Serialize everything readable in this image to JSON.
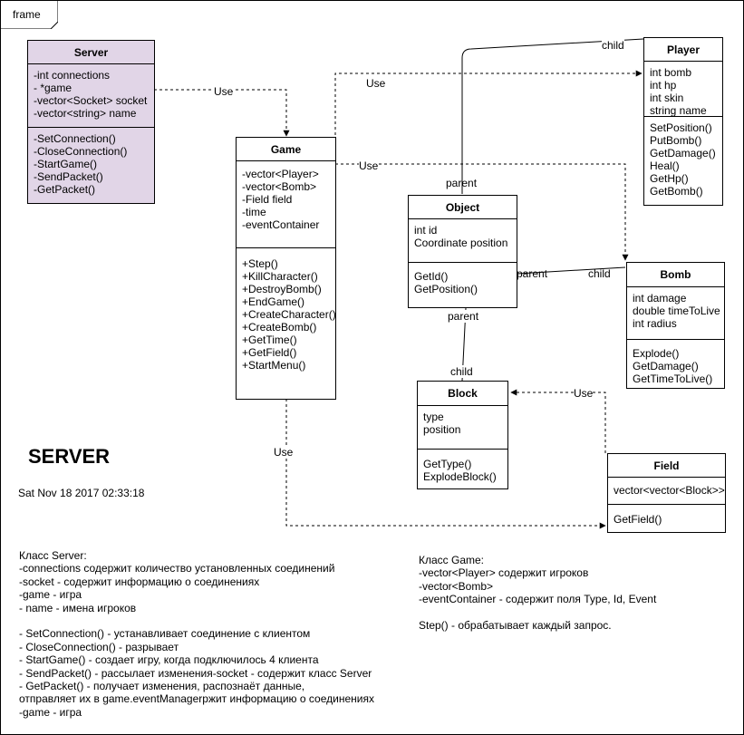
{
  "frame": {
    "label": "frame"
  },
  "heading": "SERVER",
  "timestamp": "Sat Nov 18 2017 02:33:18",
  "classes": {
    "server": {
      "name": "Server",
      "fields": [
        "-int connections",
        "- *game",
        "-vector<Socket> socket",
        "-vector<string> name"
      ],
      "methods": [
        "-SetConnection()",
        "-CloseConnection()",
        "-StartGame()",
        "-SendPacket()",
        "-GetPacket()"
      ]
    },
    "game": {
      "name": "Game",
      "fields": [
        "-vector<Player>",
        "-vector<Bomb>",
        "-Field field",
        "-time",
        "-eventContainer"
      ],
      "methods": [
        "+Step()",
        "+KillCharacter()",
        "+DestroyBomb()",
        "+EndGame()",
        "+CreateCharacter()",
        "+CreateBomb()",
        "+GetTime()",
        "+GetField()",
        "+StartMenu()"
      ]
    },
    "player": {
      "name": "Player",
      "fields": [
        "int bomb",
        "int hp",
        "int skin",
        "string name"
      ],
      "methods": [
        "SetPosition()",
        "PutBomb()",
        "GetDamage()",
        "Heal()",
        "GetHp()",
        "GetBomb()"
      ]
    },
    "object": {
      "name": "Object",
      "fields": [
        "int id",
        "Coordinate position"
      ],
      "methods": [
        "GetId()",
        "GetPosition()"
      ]
    },
    "bomb": {
      "name": "Bomb",
      "fields": [
        "int damage",
        "double timeToLive",
        "int radius"
      ],
      "methods": [
        "Explode()",
        "GetDamage()",
        "GetTimeToLive()"
      ]
    },
    "block": {
      "name": "Block",
      "fields": [
        "type",
        "position"
      ],
      "methods": [
        "GetType()",
        "ExplodeBlock()"
      ]
    },
    "field": {
      "name": "Field",
      "fields": [
        "vector<vector<Block>>"
      ],
      "methods": [
        "GetField()"
      ]
    }
  },
  "edge_labels": {
    "server_game_use": "Use",
    "server_player_use": "Use",
    "game_bomb_use": "Use",
    "game_field_use": "Use",
    "field_block_use": "Use",
    "player_parent": "parent",
    "player_child": "child",
    "bomb_parent": "parent",
    "bomb_child": "child",
    "block_parent": "parent",
    "block_child": "child"
  },
  "notes": {
    "server": "Класс Server:\n-connections содержит количество установленных соединений\n-socket - содержит информацию о соединениях\n-game - игра\n- name - имена игроков\n\n- SetConnection() - устанавливает соединение с клиентом\n- CloseConnection() - разрывает\n- StartGame() - создает игру, когда подключилось 4 клиента\n- SendPacket() - рассылает изменения-socket - содержит класс Server\n- GetPacket() - получает изменения, распознаёт данные,\nотправляет их в game.eventManagerржит информацию о соединениях\n-game - игра",
    "game": "Класс Game:\n-vector<Player> содержит игроков\n-vector<Bomb>\n-eventContainer - содержит поля Type, Id, Event\n\nStep() - обрабатывает каждый запрос."
  },
  "colors": {
    "server_fill": "#e1d5e7",
    "line": "#000000",
    "background": "#ffffff"
  }
}
